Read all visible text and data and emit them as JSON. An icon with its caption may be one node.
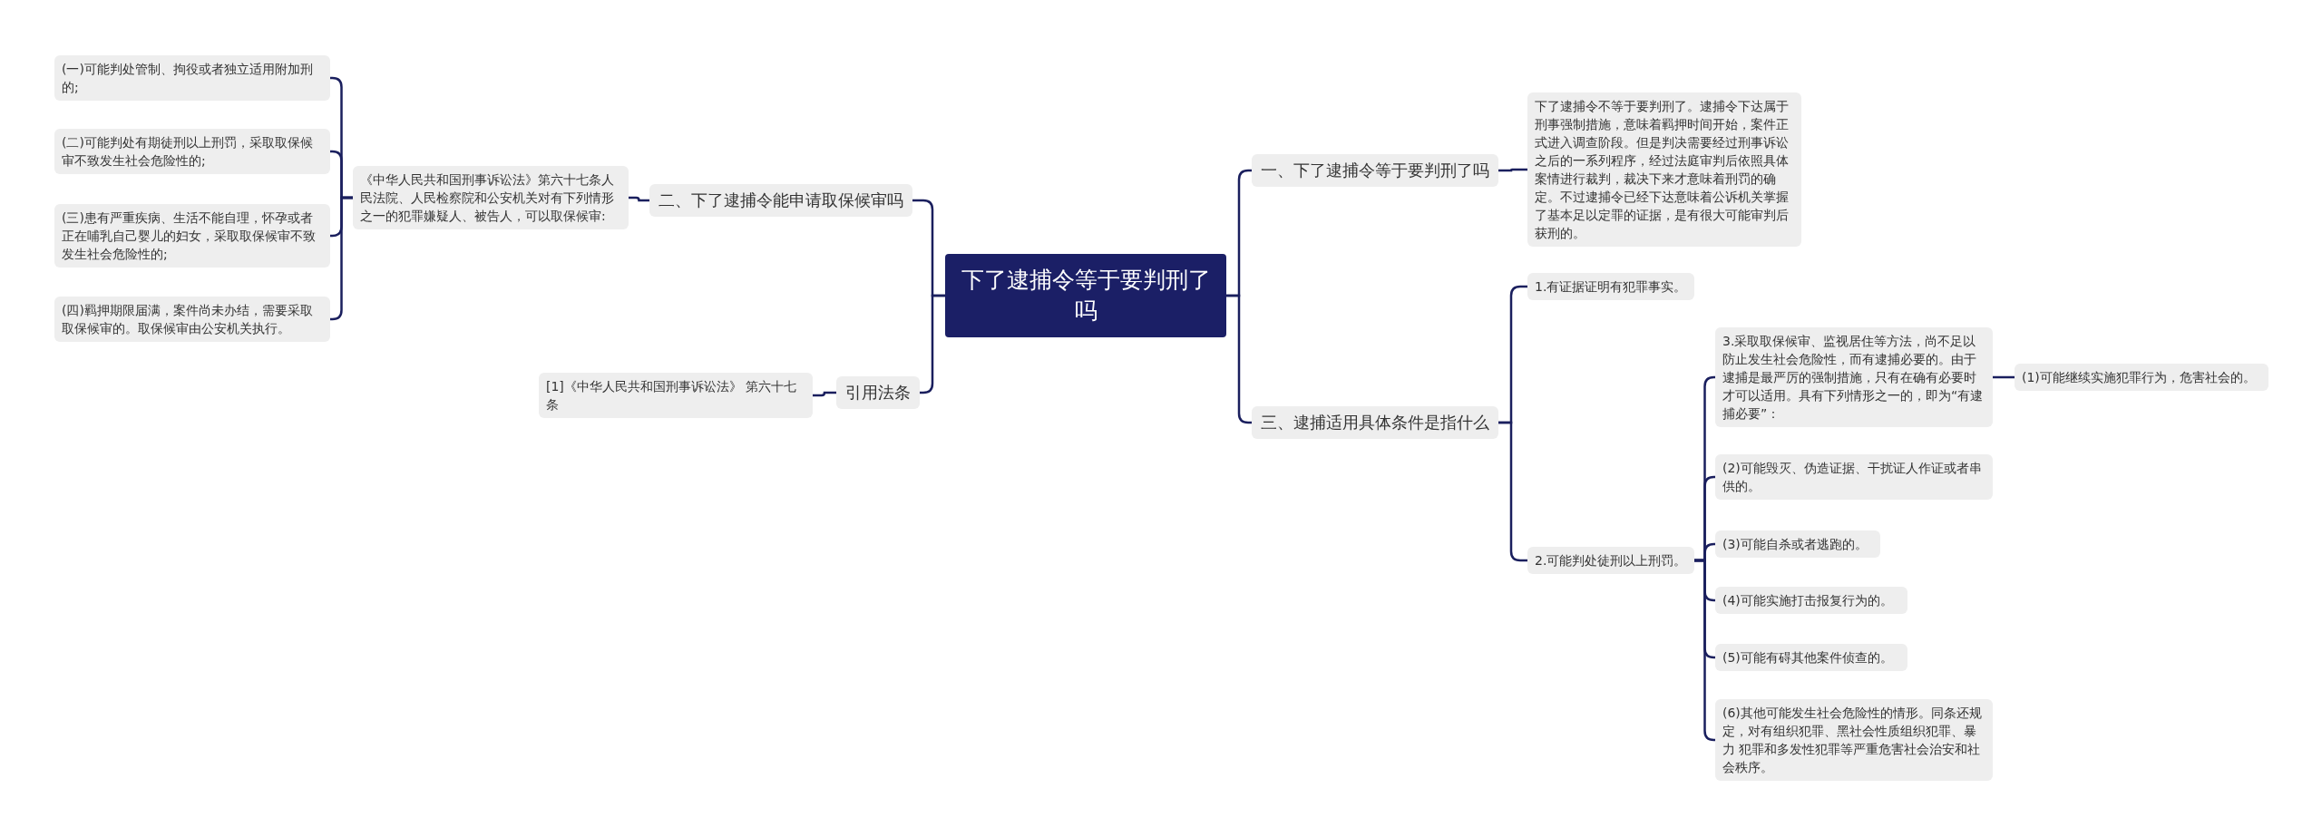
{
  "diagram": {
    "nodes": [
      {
        "text": [
          "下了逮捕令等于要判刑了吗"
        ]
      },
      {
        "text": [
          "一、下了逮捕令等于要判刑了吗"
        ]
      },
      {
        "text": [
          "下了逮捕令不等于要判刑了。逮捕令下达属于刑事强制措施，意味着羁押时间开始，案件正式进入调查阶段。但是判决需要经过刑事诉讼之后的一系列程序，经过法庭审判后依照具体案情进行裁判，裁决下来才意味着刑罚的确定。不过逮捕令已经下达意味着公诉机关掌握了基本足以定罪的证据，是有很大可能审判后获刑的。"
        ]
      },
      {
        "text": [
          "三、逮捕适用具体条件是指什么"
        ]
      },
      {
        "text": [
          "1.有证据证明有犯罪事实。"
        ]
      },
      {
        "text": [
          "2.可能判处徒刑以上刑罚。"
        ]
      },
      {
        "text": [
          "3.采取取保候审、监视居住等方法，尚不足以防止发生社会危险性，而有逮捕必要的。由于逮捕是最严厉的强制措施，只有在确有必要时才可以适用。具有下列情形之一的，即为“有逮捕必要”："
        ]
      },
      {
        "text": [
          "(1)可能继续实施犯罪行为，危害社会的。"
        ]
      },
      {
        "text": [
          "(2)可能毁灭、伪造证据、干扰证人作证或者串供的。"
        ]
      },
      {
        "text": [
          "(3)可能自杀或者逃跑的。"
        ]
      },
      {
        "text": [
          "(4)可能实施打击报复行为的。"
        ]
      },
      {
        "text": [
          "(5)可能有碍其他案件侦查的。"
        ]
      },
      {
        "text": [
          "(6)其他可能发生社会危险性的情形。同条还规定，对有组织犯罪、黑社会性质组织犯罪、暴力 犯罪和多发性犯罪等严重危害社会治安和社会秩序。"
        ]
      },
      {
        "text": [
          "二、下了逮捕令能申请取保候审吗"
        ]
      },
      {
        "text": [
          "《中华人民共和国刑事诉讼法》第六十七条人民法院、人民检察院和公安机关对有下列情形之一的犯罪嫌疑人、被告人，可以取保候审:"
        ]
      },
      {
        "text": [
          "(一)可能判处管制、拘役或者独立适用附加刑的;"
        ]
      },
      {
        "text": [
          "(二)可能判处有期徒刑以上刑罚，采取取保候审不致发生社会危险性的;"
        ]
      },
      {
        "text": [
          "(三)患有严重疾病、生活不能自理，怀孕或者正在哺乳自己婴儿的妇女，采取取保候审不致发生社会危险性的;"
        ]
      },
      {
        "text": [
          "(四)羁押期限届满，案件尚未办结，需要采取取保候审的。取保候审由公安机关执行。"
        ]
      },
      {
        "text": [
          "引用法条"
        ]
      },
      {
        "text": [
          "[1]《中华人民共和国刑事诉讼法》 第六十七条"
        ]
      }
    ],
    "edges": [
      {
        "from": 0,
        "to": 1,
        "arrow": "none"
      },
      {
        "from": 1,
        "to": 2,
        "arrow": "none"
      },
      {
        "from": 0,
        "to": 3,
        "arrow": "none"
      },
      {
        "from": 3,
        "to": 4,
        "arrow": "none"
      },
      {
        "from": 3,
        "to": 5,
        "arrow": "none"
      },
      {
        "from": 5,
        "to": 6,
        "arrow": "none"
      },
      {
        "from": 6,
        "to": 7,
        "arrow": "none"
      },
      {
        "from": 5,
        "to": 8,
        "arrow": "none"
      },
      {
        "from": 5,
        "to": 9,
        "arrow": "none"
      },
      {
        "from": 5,
        "to": 10,
        "arrow": "none"
      },
      {
        "from": 5,
        "to": 11,
        "arrow": "none"
      },
      {
        "from": 5,
        "to": 12,
        "arrow": "none"
      },
      {
        "from": 0,
        "to": 13,
        "arrow": "none"
      },
      {
        "from": 13,
        "to": 14,
        "arrow": "none"
      },
      {
        "from": 14,
        "to": 15,
        "arrow": "none"
      },
      {
        "from": 14,
        "to": 16,
        "arrow": "none"
      },
      {
        "from": 14,
        "to": 17,
        "arrow": "none"
      },
      {
        "from": 14,
        "to": 18,
        "arrow": "none"
      },
      {
        "from": 0,
        "to": 19,
        "arrow": "none"
      },
      {
        "from": 19,
        "to": 20,
        "arrow": "none"
      }
    ]
  }
}
